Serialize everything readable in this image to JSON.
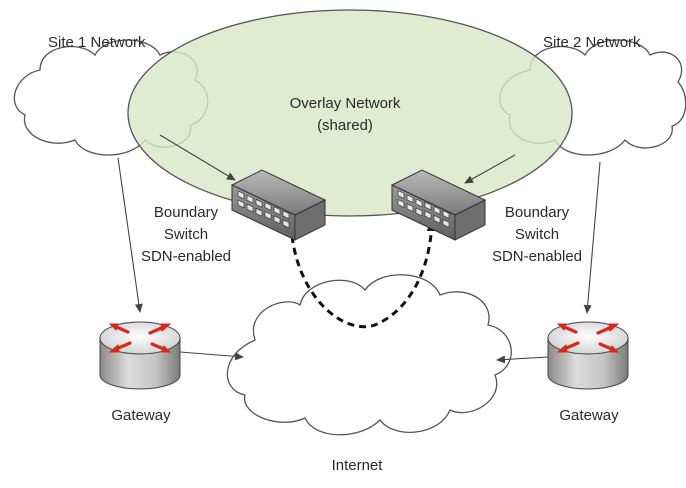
{
  "labels": {
    "site1": "Site 1 Network",
    "site2": "Site 2 Network",
    "overlay_line1": "Overlay Network",
    "overlay_line2": "(shared)",
    "switch_left": [
      "Boundary",
      "Switch",
      "SDN-enabled"
    ],
    "switch_right": [
      "Boundary",
      "Switch",
      "SDN-enabled"
    ],
    "gateway_left": "Gateway",
    "gateway_right": "Gateway",
    "internet": "Internet"
  },
  "colors": {
    "overlay_fill": "#e3ecd6",
    "cloud_fill": "#ffffff",
    "outline": "#555555",
    "arrow_red": "#d9281e",
    "switch_body": "#8e8e8e",
    "tunnel": "#111111"
  },
  "icons": {
    "switch": "network-switch-icon",
    "router": "router-icon",
    "cloud": "cloud-icon"
  }
}
